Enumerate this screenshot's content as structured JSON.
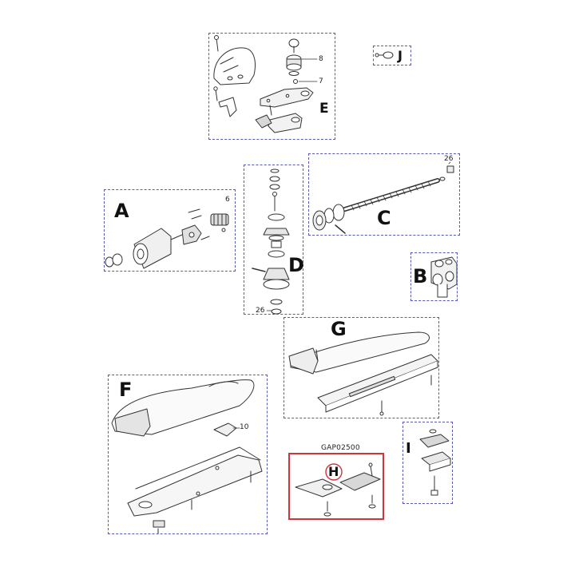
{
  "groups": {
    "A": {
      "label": "A",
      "number": "6"
    },
    "B": {
      "label": "B"
    },
    "C": {
      "label": "C",
      "number": "26"
    },
    "D": {
      "label": "D",
      "number": "26"
    },
    "E": {
      "label": "E",
      "numbers": [
        "8",
        "7"
      ]
    },
    "F": {
      "label": "F",
      "number": "10"
    },
    "G": {
      "label": "G"
    },
    "H": {
      "label": "H",
      "kit_code": "GAP02500"
    },
    "I": {
      "label": "I"
    },
    "J": {
      "label": "J"
    }
  },
  "colors": {
    "box_border": "#5a5ab4",
    "highlight": "#d2323c",
    "line": "#333333",
    "fill": "#ffffff"
  },
  "icons": [
    "exploded-part-drawing"
  ]
}
